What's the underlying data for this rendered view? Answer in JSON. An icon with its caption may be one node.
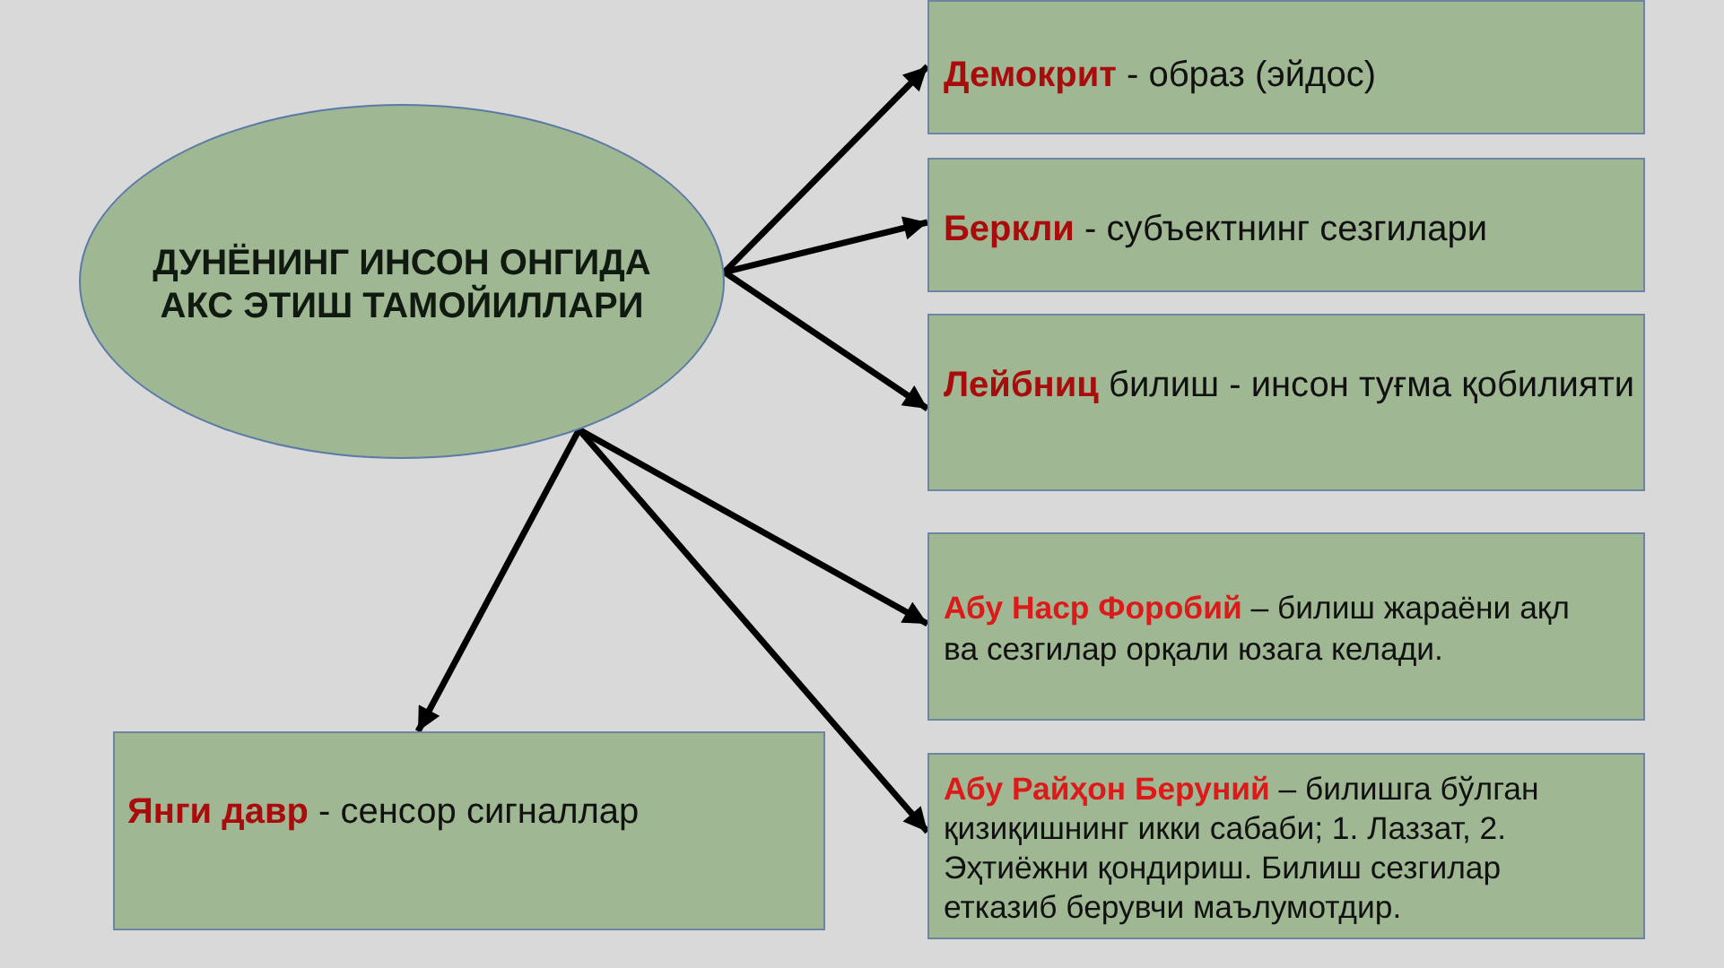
{
  "diagram": {
    "nodes": [
      {
        "text": [
          "ДУНЁНИНГ ИНСОН ОНГИДА АКС ЭТИШ ТАМОЙИЛЛАРИ"
        ]
      },
      {
        "text": [
          "**Демокрит** - образ (эйдос)"
        ]
      },
      {
        "text": [
          "**Беркли** - субъектнинг сезгилари"
        ]
      },
      {
        "text": [
          "**Лейбниц** билиш - инсон туғма қобилияти"
        ]
      },
      {
        "text": [
          "**Абу Наср Форобий** – билиш жараёни ақл ва сезгилар орқали юзага келади."
        ]
      },
      {
        "text": [
          "**Янги давр** - сенсор сигналлар"
        ]
      },
      {
        "text": [
          "**Абу Райҳон Беруний** – билишга бўлган қизиқишнинг икки сабаби; 1. Лаззат, 2. Эҳтиёжни қондириш. Билиш сезгилар етказиб берувчи маълумотдир."
        ]
      }
    ],
    "edges": [
      {
        "from": 0,
        "to": 1,
        "arrow": "to"
      },
      {
        "from": 0,
        "to": 2,
        "arrow": "to"
      },
      {
        "from": 0,
        "to": 3,
        "arrow": "to"
      },
      {
        "from": 0,
        "to": 5,
        "arrow": "to"
      },
      {
        "from": 0,
        "to": 4,
        "arrow": "to"
      },
      {
        "from": 0,
        "to": 6,
        "arrow": "to"
      }
    ]
  }
}
